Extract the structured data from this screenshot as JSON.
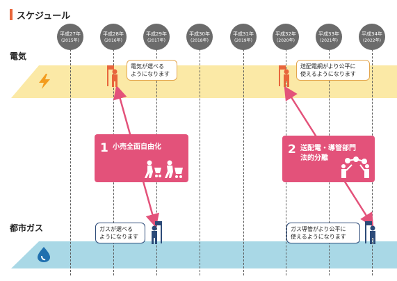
{
  "header": {
    "title": "スケジュール"
  },
  "rows": {
    "electricity": "電気",
    "gas": "都市ガス"
  },
  "years": [
    {
      "label": "平成27年",
      "sub": "(2015年)"
    },
    {
      "label": "平成28年",
      "sub": "(2016年)"
    },
    {
      "label": "平成29年",
      "sub": "(2017年)"
    },
    {
      "label": "平成30年",
      "sub": "(2018年)"
    },
    {
      "label": "平成31年",
      "sub": "(2019年)"
    },
    {
      "label": "平成32年",
      "sub": "(2020年)"
    },
    {
      "label": "平成33年",
      "sub": "(2021年)"
    },
    {
      "label": "平成34年",
      "sub": "(2022年)"
    }
  ],
  "events": {
    "elec_choice": {
      "line1": "電気が選べる",
      "line2": "ようになります"
    },
    "elec_grid": {
      "line1": "送配電網がより公平に",
      "line2": "使えるようになります"
    },
    "gas_choice": {
      "line1": "ガスが選べる",
      "line2": "ようになります"
    },
    "gas_pipe": {
      "line1": "ガス導管がより公平に",
      "line2": "使えるようになります"
    }
  },
  "reforms": [
    {
      "num": "1",
      "line1": "小売全面自由化",
      "line2": ""
    },
    {
      "num": "2",
      "line1": "送配電・導管部門",
      "line2": "法的分離"
    }
  ],
  "colors": {
    "accent": "#e8663b",
    "elec_band": "#fbe9a6",
    "gas_band": "#a9d8e6",
    "reform_box": "#e3527a",
    "year_circle": "#6b6b6b",
    "bolt": "#f39c1e",
    "gas_drop": "#1f6fae"
  },
  "icons": {
    "electricity": "lightning-bolt-icon",
    "gas": "flame-drop-icon",
    "person_elec": "person-with-flag-icon",
    "person_gas": "person-with-flag-icon",
    "shoppers": "shopping-people-icon",
    "workers": "network-workers-icon"
  }
}
